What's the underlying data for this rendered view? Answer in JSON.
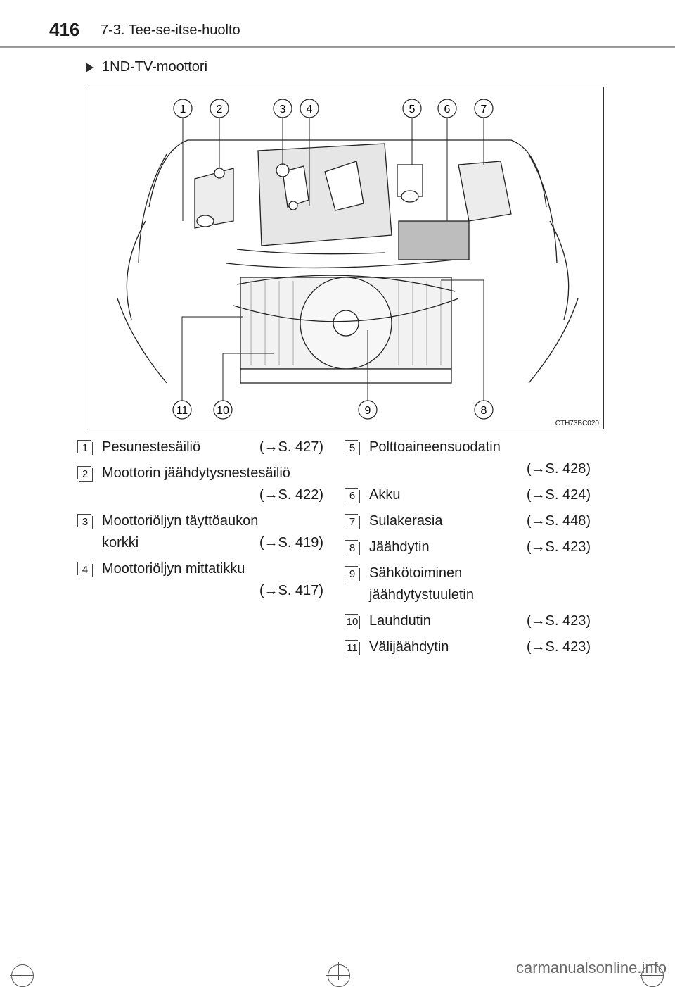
{
  "header": {
    "page_number": "416",
    "chapter": "7-3. Tee-se-itse-huolto"
  },
  "section": {
    "title": "1ND-TV-moottori"
  },
  "figure": {
    "code": "CTH73BC020",
    "top_callouts": [
      "1",
      "2",
      "3",
      "4",
      "5",
      "6",
      "7"
    ],
    "bottom_callouts": [
      "11",
      "10",
      "9",
      "8"
    ]
  },
  "legend_left": [
    {
      "num": "1",
      "lines": [
        "Pesunestesäiliö"
      ],
      "ref": "(→S. 427)"
    },
    {
      "num": "2",
      "lines": [
        "Moottorin jäähdytysnestesäiliö"
      ],
      "ref": "(→S. 422)"
    },
    {
      "num": "3",
      "lines": [
        "Moottoriöljyn täyttöaukon",
        "korkki"
      ],
      "ref": "(→S. 419)"
    },
    {
      "num": "4",
      "lines": [
        "Moottoriöljyn mittatikku"
      ],
      "ref": "(→S. 417)"
    }
  ],
  "legend_right": [
    {
      "num": "5",
      "lines": [
        "Polttoaineensuodatin"
      ],
      "ref": "(→S. 428)"
    },
    {
      "num": "6",
      "lines": [
        "Akku"
      ],
      "ref": "(→S. 424)"
    },
    {
      "num": "7",
      "lines": [
        "Sulakerasia"
      ],
      "ref": "(→S. 448)"
    },
    {
      "num": "8",
      "lines": [
        "Jäähdytin"
      ],
      "ref": "(→S. 423)"
    },
    {
      "num": "9",
      "lines": [
        "Sähkötoiminen",
        "jäähdytystuuletin"
      ],
      "ref": ""
    },
    {
      "num": "10",
      "lines": [
        "Lauhdutin"
      ],
      "ref": "(→S. 423)"
    },
    {
      "num": "11",
      "lines": [
        "Välijäähdytin"
      ],
      "ref": "(→S. 423)"
    }
  ],
  "footer": {
    "watermark": "carmanualsonline.info"
  }
}
